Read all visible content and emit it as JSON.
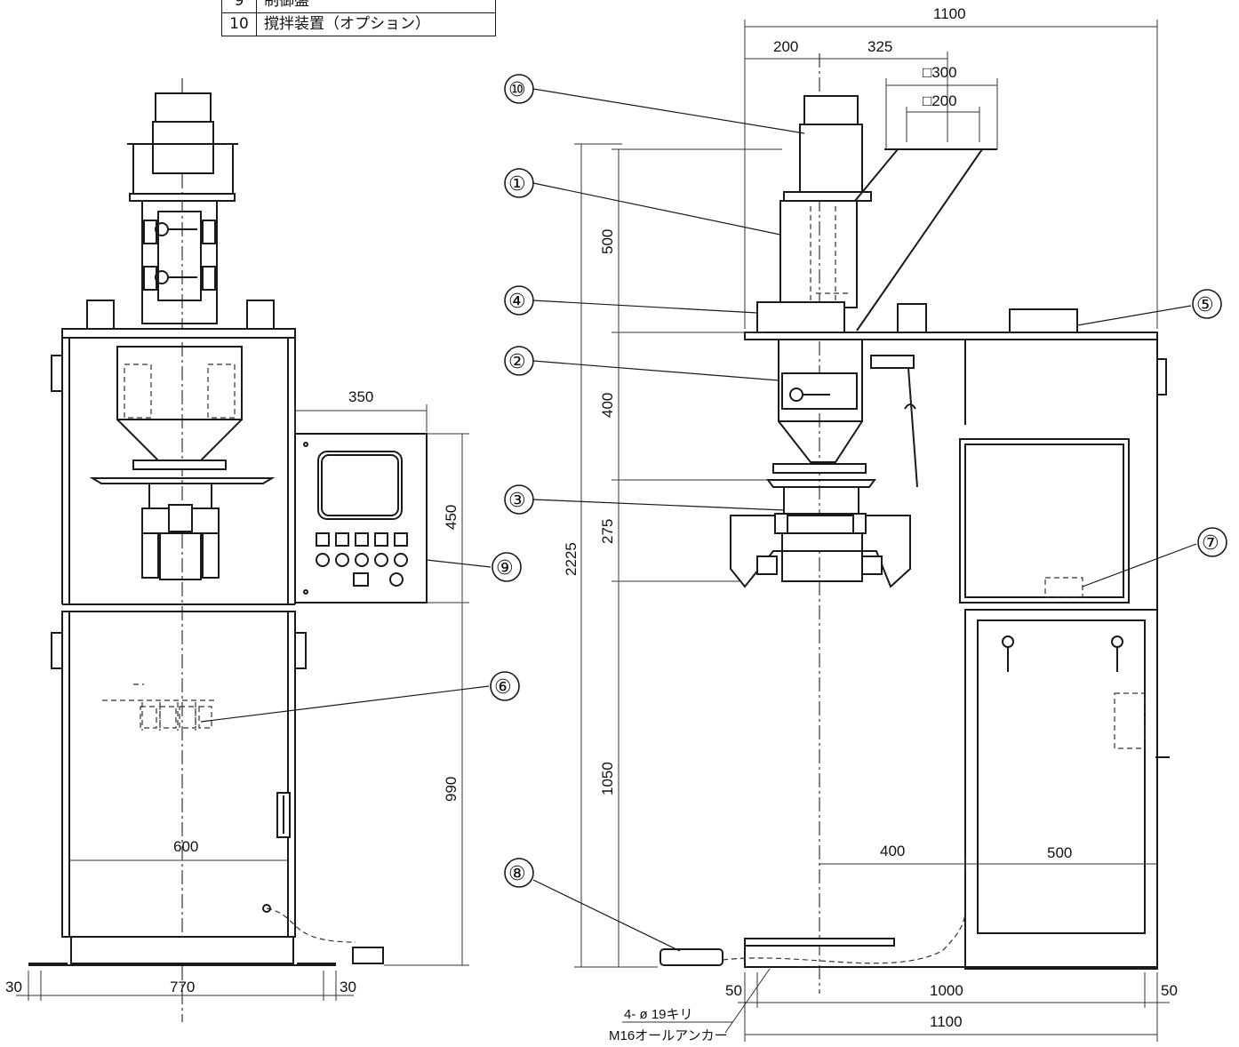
{
  "parts_table": [
    {
      "no": "9",
      "name": "制御盤"
    },
    {
      "no": "10",
      "name": "撹拌装置（オプション）"
    }
  ],
  "callouts": [
    "⑩",
    "①",
    "④",
    "②",
    "③",
    "⑤",
    "⑦",
    "⑥",
    "⑨",
    "⑧"
  ],
  "dimensions": {
    "top_width": "1100",
    "top_200": "200",
    "top_325": "325",
    "sq_300": "□300",
    "sq_200": "□200",
    "v_500": "500",
    "v_400": "400",
    "v_275": "275",
    "v_2225": "2225",
    "v_1050": "1050",
    "h_400": "400",
    "h_500": "500",
    "base_50_left": "50",
    "base_1000": "1000",
    "base_50_right": "50",
    "base_1100": "1100",
    "panel_350": "350",
    "panel_450": "450",
    "v_990": "990",
    "front_600": "600",
    "front_770": "770",
    "front_30_left": "30",
    "front_30_right": "30"
  },
  "notes": {
    "anchor_hole": "4- ø 19キリ",
    "anchor_bolt": "M16オールアンカー"
  }
}
